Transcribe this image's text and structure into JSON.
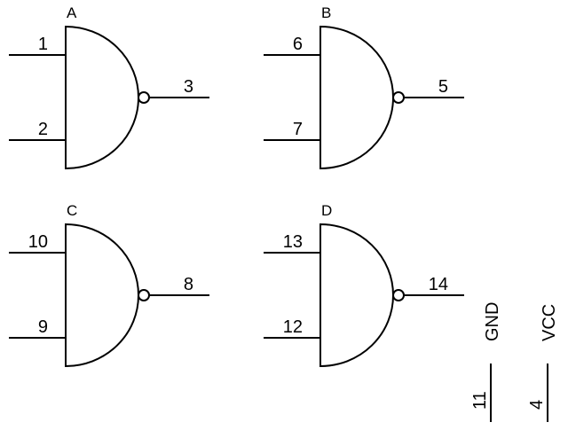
{
  "gates": [
    {
      "name": "A",
      "inputs": [
        "1",
        "2"
      ],
      "output": "3"
    },
    {
      "name": "B",
      "inputs": [
        "6",
        "7"
      ],
      "output": "5"
    },
    {
      "name": "C",
      "inputs": [
        "10",
        "9"
      ],
      "output": "8"
    },
    {
      "name": "D",
      "inputs": [
        "13",
        "12"
      ],
      "output": "14"
    }
  ],
  "power": [
    {
      "label": "GND",
      "pin": "11"
    },
    {
      "label": "VCC",
      "pin": "4"
    }
  ]
}
